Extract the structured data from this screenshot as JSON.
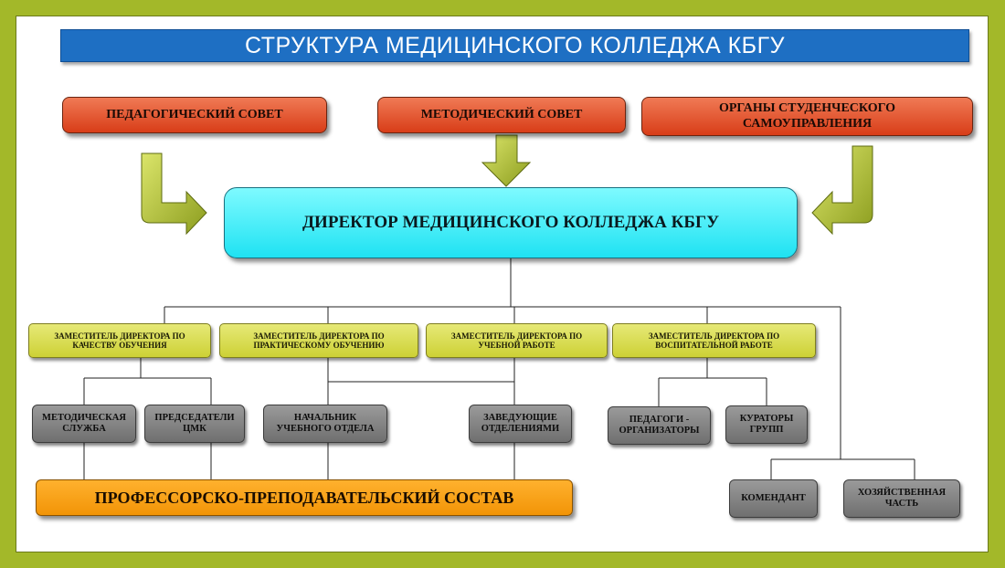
{
  "title": "СТРУКТУРА МЕДИЦИНСКОГО КОЛЛЕДЖА КБГУ",
  "top_bodies": [
    {
      "label": "ПЕДАГОГИЧЕСКИЙ СОВЕТ"
    },
    {
      "label": "МЕТОДИЧЕСКИЙ СОВЕТ"
    },
    {
      "label": "ОРГАНЫ СТУДЕНЧЕСКОГО САМОУПРАВЛЕНИЯ"
    }
  ],
  "director": "ДИРЕКТОР МЕДИЦИНСКОГО КОЛЛЕДЖА КБГУ",
  "deputies": [
    {
      "label": "ЗАМЕСТИТЕЛЬ ДИРЕКТОРА ПО КАЧЕСТВУ ОБУЧЕНИЯ"
    },
    {
      "label": "ЗАМЕСТИТЕЛЬ ДИРЕКТОРА ПО ПРАКТИЧЕСКОМУ ОБУЧЕНИЮ"
    },
    {
      "label": "ЗАМЕСТИТЕЛЬ ДИРЕКТОРА ПО УЧЕБНОЙ РАБОТЕ"
    },
    {
      "label": "ЗАМЕСТИТЕЛЬ ДИРЕКТОРА ПО ВОСПИТАТЕЛЬНОЙ РАБОТЕ"
    }
  ],
  "units": [
    {
      "label": "МЕТОДИЧЕСКАЯ СЛУЖБА"
    },
    {
      "label": "ПРЕДСЕДАТЕЛИ ЦМК"
    },
    {
      "label": "НАЧАЛЬНИК УЧЕБНОГО ОТДЕЛА"
    },
    {
      "label": "ЗАВЕДУЮЩИЕ ОТДЕЛЕНИЯМИ"
    },
    {
      "label": "ПЕДАГОГИ - ОРГАНИЗАТОРЫ"
    },
    {
      "label": "КУРАТОРЫ ГРУПП"
    },
    {
      "label": "КОМЕНДАНТ"
    },
    {
      "label": "ХОЗЯЙСТВЕННАЯ ЧАСТЬ"
    }
  ],
  "staff": "ПРОФЕССОРСКО-ПРЕПОДАВАТЕЛЬСКИЙ СОСТАВ",
  "colors": {
    "background": "#a3b829",
    "title_bar": "#1e6fc3",
    "councils": "#e0532c",
    "director": "#3de8f5",
    "deputies": "#d9dc52",
    "units": "#7f7f7f",
    "staff": "#f7a11a",
    "arrows": "#a5b82e"
  }
}
